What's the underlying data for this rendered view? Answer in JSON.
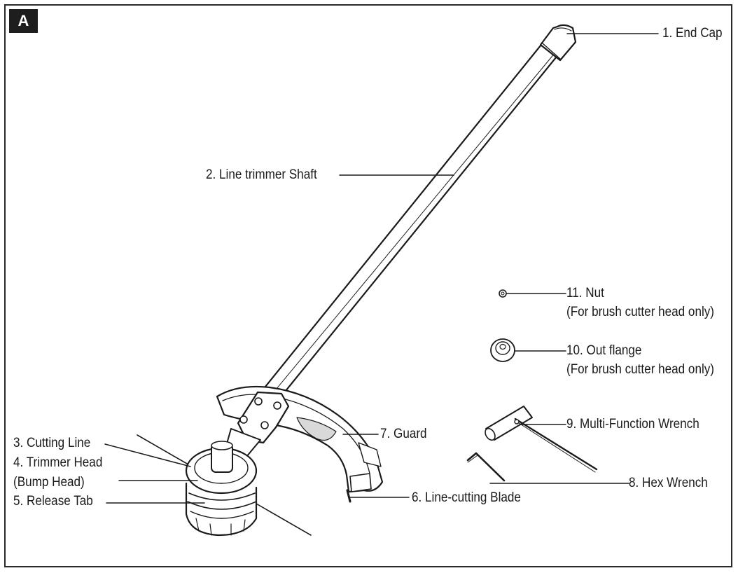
{
  "figure": {
    "badge": "A"
  },
  "callouts": {
    "end_cap": "1. End Cap",
    "shaft": "2. Line trimmer Shaft",
    "cutting_line": "3. Cutting Line",
    "trimmer_head": "4. Trimmer Head",
    "bump_head": "(Bump Head)",
    "release_tab": "5. Release Tab",
    "line_cutting_blade": "6. Line-cutting Blade",
    "guard": "7. Guard",
    "hex_wrench": "8. Hex Wrench",
    "multi_wrench": "9. Multi-Function Wrench",
    "out_flange": "10. Out flange",
    "out_flange_note": "(For brush cutter head only)",
    "nut": "11. Nut",
    "nut_note": "(For brush cutter head only)"
  }
}
